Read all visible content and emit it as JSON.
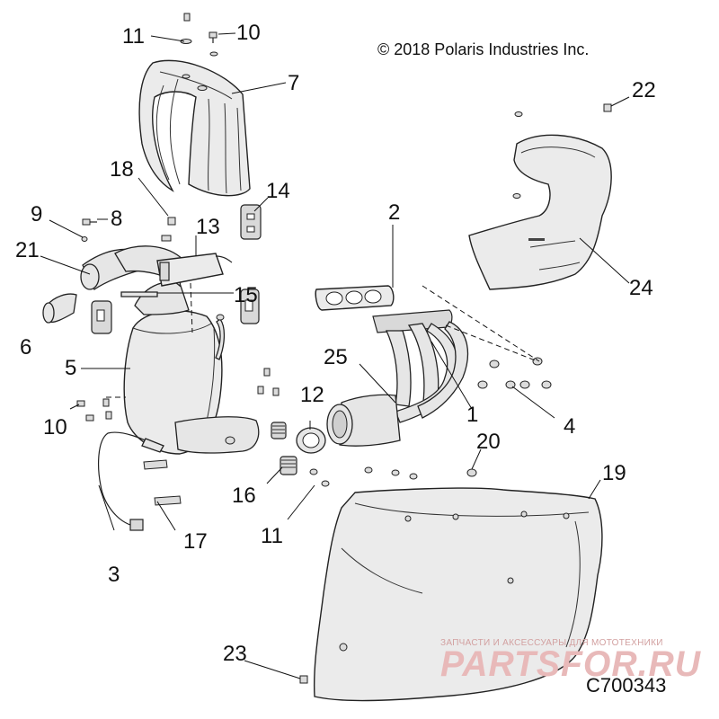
{
  "copyright": "© 2018 Polaris Industries Inc.",
  "diagram_code": "C700343",
  "watermark": {
    "tagline": "ЗАПЧАСТИ И АКСЕССУАРЫ ДЛЯ МОТОТЕХНИКИ",
    "brand": "PARTSFOR.RU"
  },
  "callouts": {
    "c1": "1",
    "c2": "2",
    "c3": "3",
    "c4": "4",
    "c5": "5",
    "c6": "6",
    "c7": "7",
    "c8": "8",
    "c9": "9",
    "c10a": "10",
    "c10b": "10",
    "c11a": "11",
    "c11b": "11",
    "c12": "12",
    "c13": "13",
    "c14": "14",
    "c15": "15",
    "c16": "16",
    "c17": "17",
    "c18": "18",
    "c19": "19",
    "c20": "20",
    "c21": "21",
    "c22": "22",
    "c23": "23",
    "c24": "24",
    "c25": "25"
  }
}
